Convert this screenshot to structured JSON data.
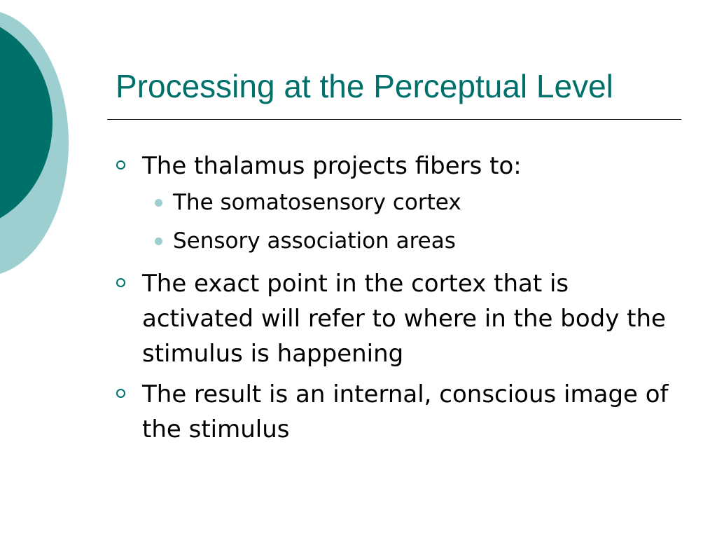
{
  "slide": {
    "title": "Processing at the Perceptual Level",
    "bullets": [
      {
        "text": "The thalamus projects fibers to:",
        "sub_bullets": [
          "The somatosensory cortex",
          "Sensory association areas"
        ]
      },
      {
        "text": "The exact point in the cortex that is activated will refer to where in the body the stimulus is happening"
      },
      {
        "text": "The result is an internal, conscious image of the stimulus"
      }
    ]
  },
  "colors": {
    "accent_dark_teal": "#00706b",
    "accent_light_teal": "#9ecfd0",
    "text": "#000000",
    "background": "#ffffff"
  },
  "icons": {
    "main_bullet": "hollow-circle-bullet-icon",
    "sub_bullet": "filled-circle-bullet-icon"
  }
}
